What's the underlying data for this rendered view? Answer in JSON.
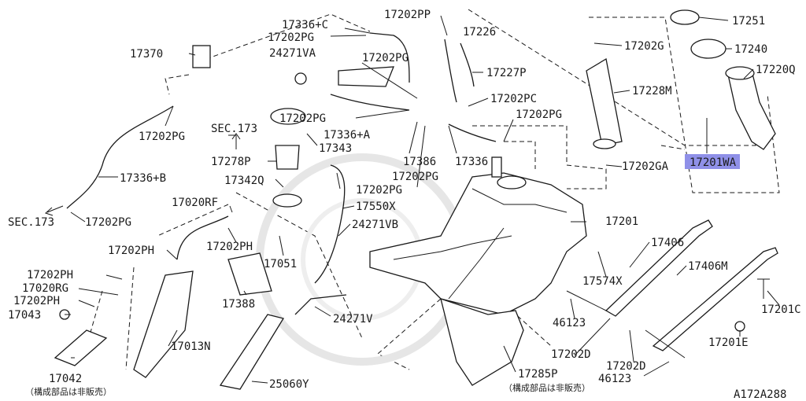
{
  "labels": {
    "p17336c": "17336+C",
    "p17202pp": "17202PP",
    "p17226": "17226",
    "p17251": "17251",
    "p17202pg_top": "17202PG",
    "p17370": "17370",
    "p24271va": "24271VA",
    "p17202pg_mid": "17202PG",
    "p17202g": "17202G",
    "p17240": "17240",
    "p17227p": "17227P",
    "p17220q": "17220Q",
    "p17228m": "17228M",
    "p17202pc": "17202PC",
    "p17202pg_a": "17202PG",
    "p17202pg_b": "17202PG",
    "p17336a": "17336+A",
    "sec173_a": "SEC.173",
    "p17202pg_c": "17202PG",
    "p17343": "17343",
    "p17386": "17386",
    "p17336": "17336",
    "p17202ga": "17202GA",
    "p17201wa": "17201WA",
    "p17278p": "17278P",
    "p17202pg_d": "17202PG",
    "p17336b": "17336+B",
    "p17342q": "17342Q",
    "p17202pg_e": "17202PG",
    "sec173_b": "SEC.173",
    "p17202pg_f": "17202PG",
    "p17550x": "17550X",
    "p17020rf": "17020RF",
    "p17201": "17201",
    "p24271vb": "24271VB",
    "p17406": "17406",
    "p17202ph_a": "17202PH",
    "p17202ph_b": "17202PH",
    "p17406m": "17406M",
    "p17051": "17051",
    "p17202ph_c": "17202PH",
    "p17574x": "17574X",
    "p17020rg": "17020RG",
    "p17202ph_d": "17202PH",
    "p17388": "17388",
    "p17201c": "17201C",
    "p17043": "17043",
    "p24271v": "24271V",
    "p46123_a": "46123",
    "p17201e": "17201E",
    "p17013n": "17013N",
    "p17202d_a": "17202D",
    "p17202d_b": "17202D",
    "p17285p": "17285P",
    "p17042": "17042",
    "p46123_b": "46123",
    "p25060y": "25060Y",
    "note_a": "（構成部品は非販売）",
    "note_b": "（構成部品は非販売）",
    "diagram_id": "A172A288"
  },
  "colors": {
    "highlight": "#8f90e8",
    "ink": "#1a1a1a"
  }
}
